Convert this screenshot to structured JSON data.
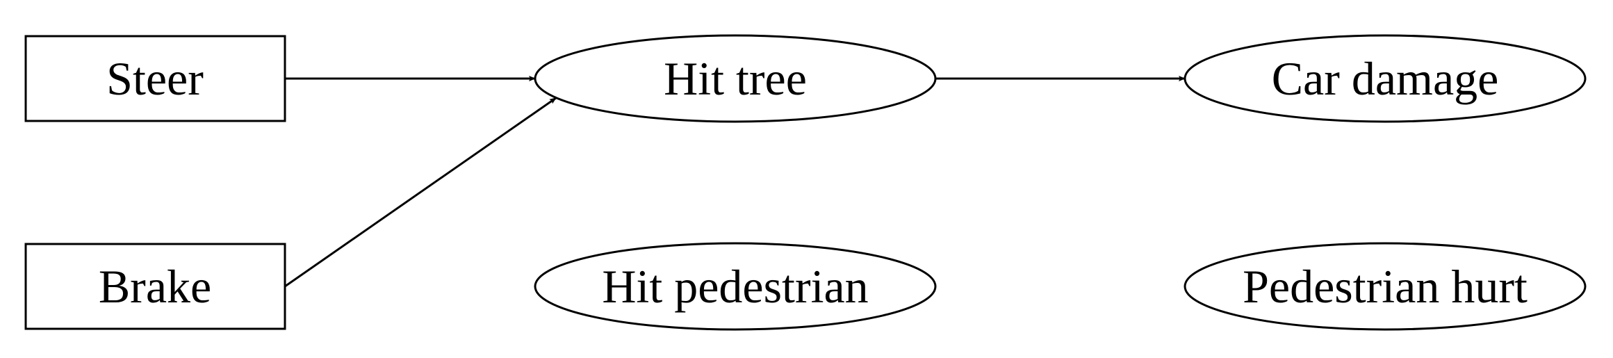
{
  "diagram": {
    "nodes": {
      "steer": {
        "label": "Steer",
        "shape": "rectangle"
      },
      "brake": {
        "label": "Brake",
        "shape": "rectangle"
      },
      "hit_tree": {
        "label": "Hit tree",
        "shape": "ellipse"
      },
      "hit_pedestrian": {
        "label": "Hit pedestrian",
        "shape": "ellipse"
      },
      "car_damage": {
        "label": "Car damage",
        "shape": "ellipse"
      },
      "pedestrian_hurt": {
        "label": "Pedestrian hurt",
        "shape": "ellipse"
      }
    },
    "edges": [
      {
        "from": "steer",
        "to": "hit_tree"
      },
      {
        "from": "brake",
        "to": "hit_tree"
      },
      {
        "from": "hit_tree",
        "to": "car_damage"
      }
    ]
  }
}
